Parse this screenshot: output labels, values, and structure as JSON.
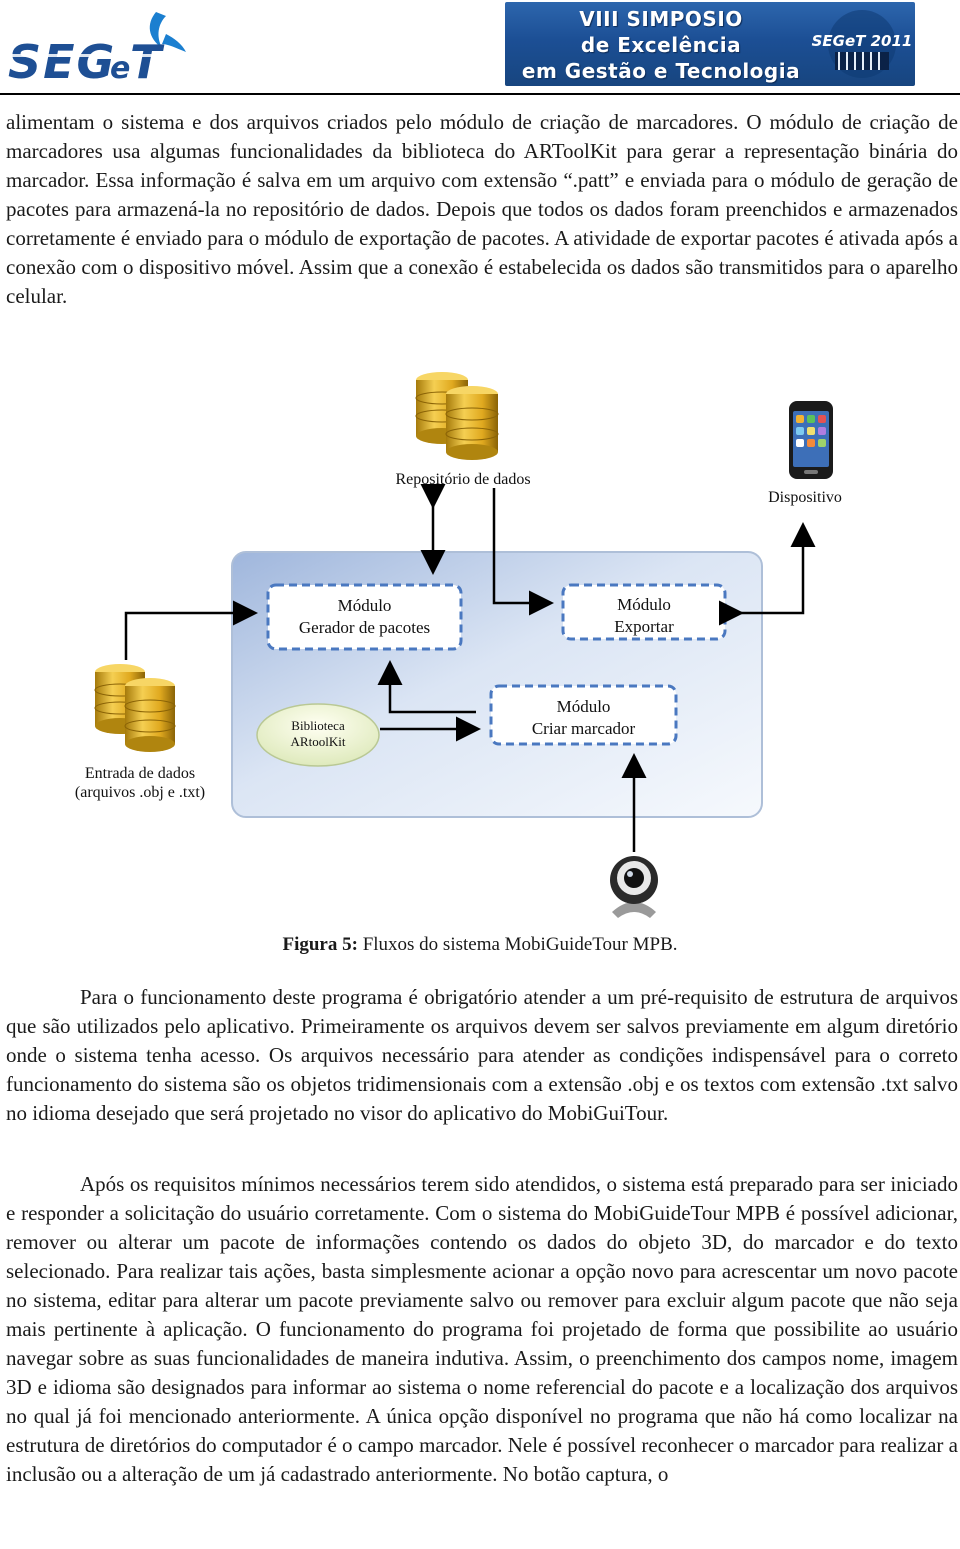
{
  "header": {
    "logo_text": "SEGeT",
    "banner_lines": [
      "VIII SIMPOSIO",
      "de Excelência",
      "em Gestão e Tecnologia"
    ],
    "banner_logo_text": "SEGeT 2011"
  },
  "paragraph_1": "alimentam o sistema e dos arquivos criados pelo módulo de criação de marcadores. O módulo de criação de marcadores usa algumas funcionalidades da biblioteca do ARToolKit para gerar a representação binária do marcador. Essa informação é salva em um arquivo com extensão “.patt” e enviada para o módulo de geração de pacotes para armazená-la no repositório de dados. Depois que todos os dados foram preenchidos e armazenados corretamente é enviado para o módulo de exportação de pacotes. A atividade de exportar pacotes é ativada após a conexão com o dispositivo móvel. Assim que a conexão é estabelecida os dados são transmitidos para o aparelho celular.",
  "figure": {
    "repo_label": "Repositório de dados",
    "device_label": "Dispositivo",
    "module_gen_line1": "Módulo",
    "module_gen_line2": "Gerador de pacotes",
    "module_exp_line1": "Módulo",
    "module_exp_line2": "Exportar",
    "module_marker_line1": "Módulo",
    "module_marker_line2": "Criar marcador",
    "library_line1": "Biblioteca",
    "library_line2": "ARtoolKit",
    "input_line1": "Entrada de dados",
    "input_line2": "(arquivos .obj e .txt)",
    "caption_bold": "Figura 5:",
    "caption_text": " Fluxos do sistema MobiGuideTour MPB."
  },
  "paragraph_2": "Para o funcionamento deste programa é obrigatório atender a um pré-requisito de estrutura de arquivos que são utilizados pelo aplicativo. Primeiramente os arquivos devem ser salvos previamente em algum diretório onde o sistema tenha acesso. Os arquivos necessário para atender as condições indispensável para o correto funcionamento do sistema são os objetos tridimensionais com a extensão .obj e os textos com extensão .txt salvo no idioma desejado que será projetado no visor do aplicativo do MobiGuiTour.",
  "paragraph_3": "Após os requisitos mínimos necessários terem sido atendidos, o sistema está preparado para ser iniciado e responder a solicitação do usuário corretamente. Com o sistema do MobiGuideTour MPB é possível adicionar, remover ou alterar um pacote de informações contendo os dados do objeto 3D, do marcador e do texto selecionado. Para realizar tais ações, basta simplesmente acionar a opção novo para acrescentar um novo pacote no sistema, editar para alterar um pacote previamente salvo ou remover para excluir algum pacote que não seja mais pertinente à aplicação. O funcionamento do programa foi projetado de forma que possibilite ao usuário navegar sobre as suas funcionalidades de maneira indutiva. Assim, o preenchimento dos campos nome, imagem 3D e idioma são designados para informar ao sistema o nome referencial do pacote e a localização dos arquivos no qual já foi mencionado anteriormente. A única opção disponível no programa que não há como localizar na estrutura de diretórios do computador é o campo marcador. Nele é possível reconhecer o marcador para realizar a inclusão ou a alteração de um já cadastrado anteriormente. No botão captura, o"
}
